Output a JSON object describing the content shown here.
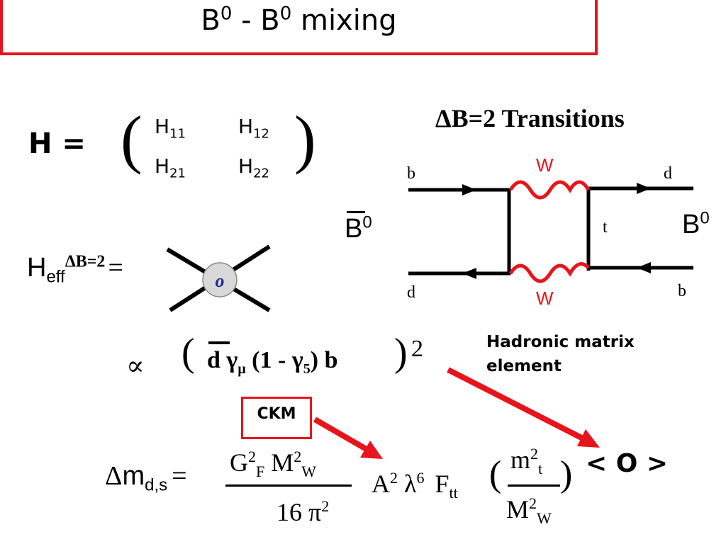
{
  "slide": {
    "title": {
      "main": "B",
      "sup1": "0",
      "dash": " - ",
      "main2": "B",
      "sup2": "0",
      "rest": " mixing"
    },
    "hamiltonian": {
      "lhs": "H =",
      "lparen": "(",
      "rparen": ")",
      "elements": [
        {
          "base": "H",
          "sub": "11"
        },
        {
          "base": "H",
          "sub": "12"
        },
        {
          "base": "H",
          "sub": "21"
        },
        {
          "base": "H",
          "sub": "22"
        }
      ]
    },
    "effective": {
      "base": "H",
      "sub": "eff",
      "sup": "ΔB=2",
      "equals": "=",
      "vertex_label": "o"
    },
    "proportional": {
      "symbol": "∝",
      "lparen": "(",
      "d": "d",
      "gamma_mu": "γ",
      "mu": "μ",
      "bracket": "(1 - ",
      "gamma5": "γ",
      "five": "5",
      "close": ")",
      "b": "b",
      "rparen": ")",
      "power": "2"
    },
    "ckm_label": "CKM",
    "diagram": {
      "title": "ΔB=2 Transitions",
      "w_top": "W",
      "w_bottom": "W",
      "b_in": "b",
      "d_out": "d",
      "d_in": "d",
      "b_out": "b",
      "t": "t",
      "bbar": {
        "base": "B",
        "sup": "0"
      },
      "b0": {
        "base": "B",
        "sup": "0"
      }
    },
    "hadronic": {
      "line1": "Hadronic matrix",
      "line2": "element"
    },
    "operator": "< O >",
    "delta_m": {
      "lhs_delta": "Δ",
      "lhs_m": "m",
      "lhs_sub": "d,s",
      "equals": "=",
      "num": {
        "G": "G",
        "G_sup": "2",
        "G_sub": "F",
        "M": "M",
        "M_sup": "2",
        "M_sub": "W"
      },
      "den": "16 π",
      "den_sup": "2",
      "A": "A",
      "A_sup": "2",
      "lambda": "λ",
      "lambda_sup": "6",
      "F": "F",
      "F_sub": "tt",
      "frac_num": {
        "m": "m",
        "sup": "2",
        "sub": "t"
      },
      "frac_den": {
        "M": "M",
        "sup": "2",
        "sub": "W"
      },
      "lparen": "(",
      "rparen": ")"
    }
  },
  "colors": {
    "accent_red": "#e8141c",
    "blob_fill": "#d8d8d8",
    "vertex_label": "#1a2a9a"
  }
}
